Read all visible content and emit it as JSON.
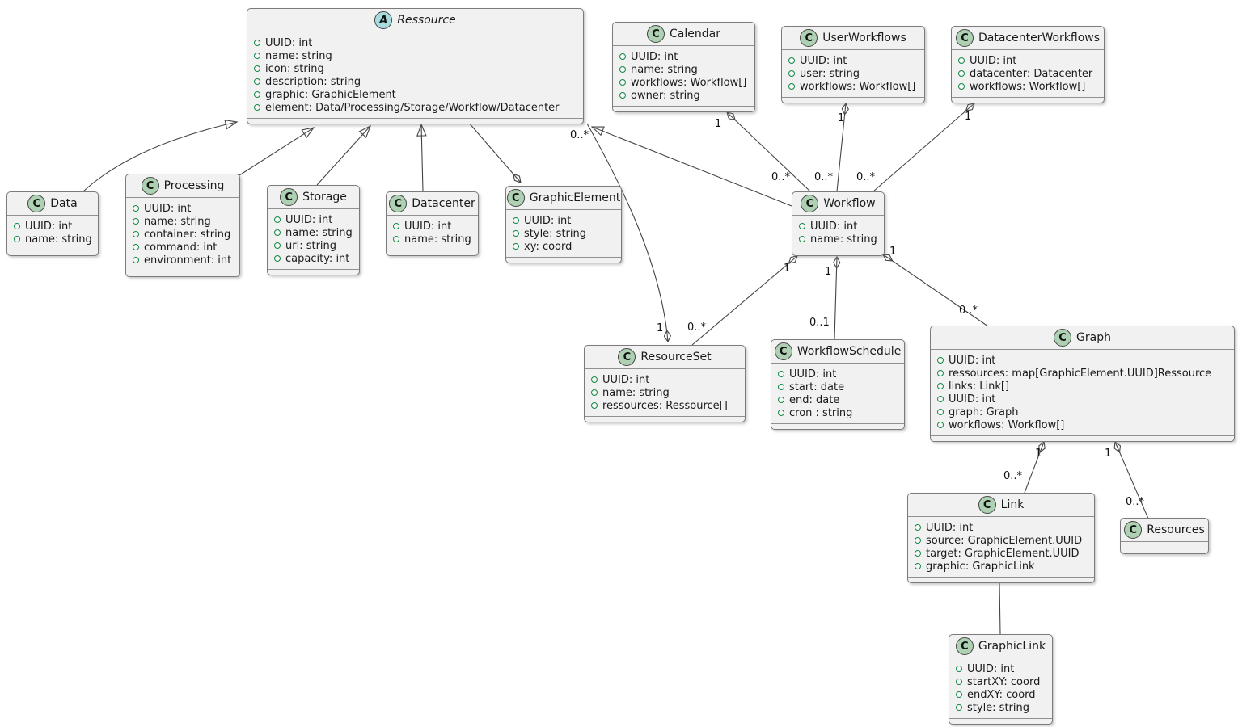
{
  "diagram_type": "uml-class-diagram",
  "colors": {
    "box_fill": "#F1F1F1",
    "box_border": "#7B7B7B",
    "class_badge_fill": "#ADD1B2",
    "abstract_badge_fill": "#A9DCDF",
    "field_icon_green": "#128945",
    "edge_color": "#454545"
  },
  "classes": {
    "ressource": {
      "badge": "A",
      "name": "Ressource",
      "attrs": [
        "UUID: int",
        "name: string",
        "icon: string",
        "description: string",
        "graphic: GraphicElement",
        "element: Data/Processing/Storage/Workflow/Datacenter"
      ]
    },
    "calendar": {
      "badge": "C",
      "name": "Calendar",
      "attrs": [
        "UUID: int",
        "name: string",
        "workflows: Workflow[]",
        "owner: string"
      ]
    },
    "userworkflows": {
      "badge": "C",
      "name": "UserWorkflows",
      "attrs": [
        "UUID: int",
        "user: string",
        "workflows: Workflow[]"
      ]
    },
    "datacenterworkflows": {
      "badge": "C",
      "name": "DatacenterWorkflows",
      "attrs": [
        "UUID: int",
        "datacenter: Datacenter",
        "workflows: Workflow[]"
      ]
    },
    "data": {
      "badge": "C",
      "name": "Data",
      "attrs": [
        "UUID: int",
        "name: string"
      ]
    },
    "processing": {
      "badge": "C",
      "name": "Processing",
      "attrs": [
        "UUID: int",
        "name: string",
        "container: string",
        "command: int",
        "environment: int"
      ]
    },
    "storage": {
      "badge": "C",
      "name": "Storage",
      "attrs": [
        "UUID: int",
        "name: string",
        "url: string",
        "capacity: int"
      ]
    },
    "datacenter": {
      "badge": "C",
      "name": "Datacenter",
      "attrs": [
        "UUID: int",
        "name: string"
      ]
    },
    "graphicelement": {
      "badge": "C",
      "name": "GraphicElement",
      "attrs": [
        "UUID: int",
        "style: string",
        "xy: coord"
      ]
    },
    "workflow": {
      "badge": "C",
      "name": "Workflow",
      "attrs": [
        "UUID: int",
        "name: string"
      ]
    },
    "resourceset": {
      "badge": "C",
      "name": "ResourceSet",
      "attrs": [
        "UUID: int",
        "name: string",
        "ressources: Ressource[]"
      ]
    },
    "workflowschedule": {
      "badge": "C",
      "name": "WorkflowSchedule",
      "attrs": [
        "UUID: int",
        "start: date",
        "end: date",
        "cron : string"
      ]
    },
    "graph": {
      "badge": "C",
      "name": "Graph",
      "attrs": [
        "UUID: int",
        "ressources: map[GraphicElement.UUID]Ressource",
        "links: Link[]",
        "UUID: int",
        "graph: Graph",
        "workflows: Workflow[]"
      ]
    },
    "link": {
      "badge": "C",
      "name": "Link",
      "attrs": [
        "UUID: int",
        "source: GraphicElement.UUID",
        "target: GraphicElement.UUID",
        "graphic: GraphicLink"
      ]
    },
    "resources": {
      "badge": "C",
      "name": "Resources",
      "attrs": []
    },
    "graphiclink": {
      "badge": "C",
      "name": "GraphicLink",
      "attrs": [
        "UUID: int",
        "startXY: coord",
        "endXY: coord",
        "style: string"
      ]
    }
  },
  "edge_labels": {
    "calendar_diamond": "1",
    "calendar_workflow": "0..*",
    "userworkflows_diamond": "1",
    "userworkflows_workflow": "0..*",
    "datacenterworkflows_diamond": "1",
    "datacenterworkflows_workflow": "0..*",
    "ressource_resourceset": "0..*",
    "resourceset_diamond": "1",
    "workflow_resourceset_diamond": "1",
    "workflow_resourceset": "0..*",
    "workflow_schedule_diamond": "1",
    "workflow_schedule": "0..1",
    "workflow_graph_diamond": "1",
    "workflow_graph": "0..*",
    "graph_link_diamond": "1",
    "graph_link": "0..*",
    "graph_resources_diamond": "1",
    "graph_resources": "0..*"
  }
}
